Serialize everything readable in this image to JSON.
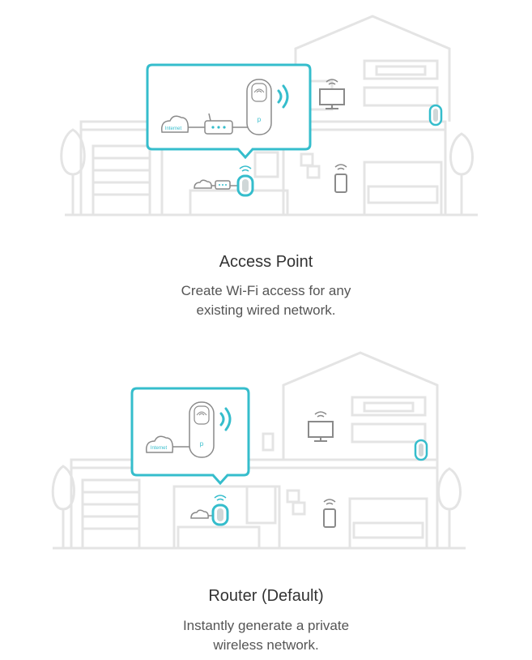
{
  "modes": [
    {
      "id": "access-point",
      "title": "Access Point",
      "description_lines": [
        "Create Wi-Fi access for any",
        "existing wired network."
      ],
      "callout_label": "Internet"
    },
    {
      "id": "router",
      "title": "Router (Default)",
      "description_lines": [
        "Instantly generate a private",
        "wireless network."
      ],
      "callout_label": "Internet"
    }
  ],
  "colors": {
    "accent": "#35BDCC",
    "house_line": "#E4E4E4",
    "icon_gray": "#8A8A8A"
  }
}
